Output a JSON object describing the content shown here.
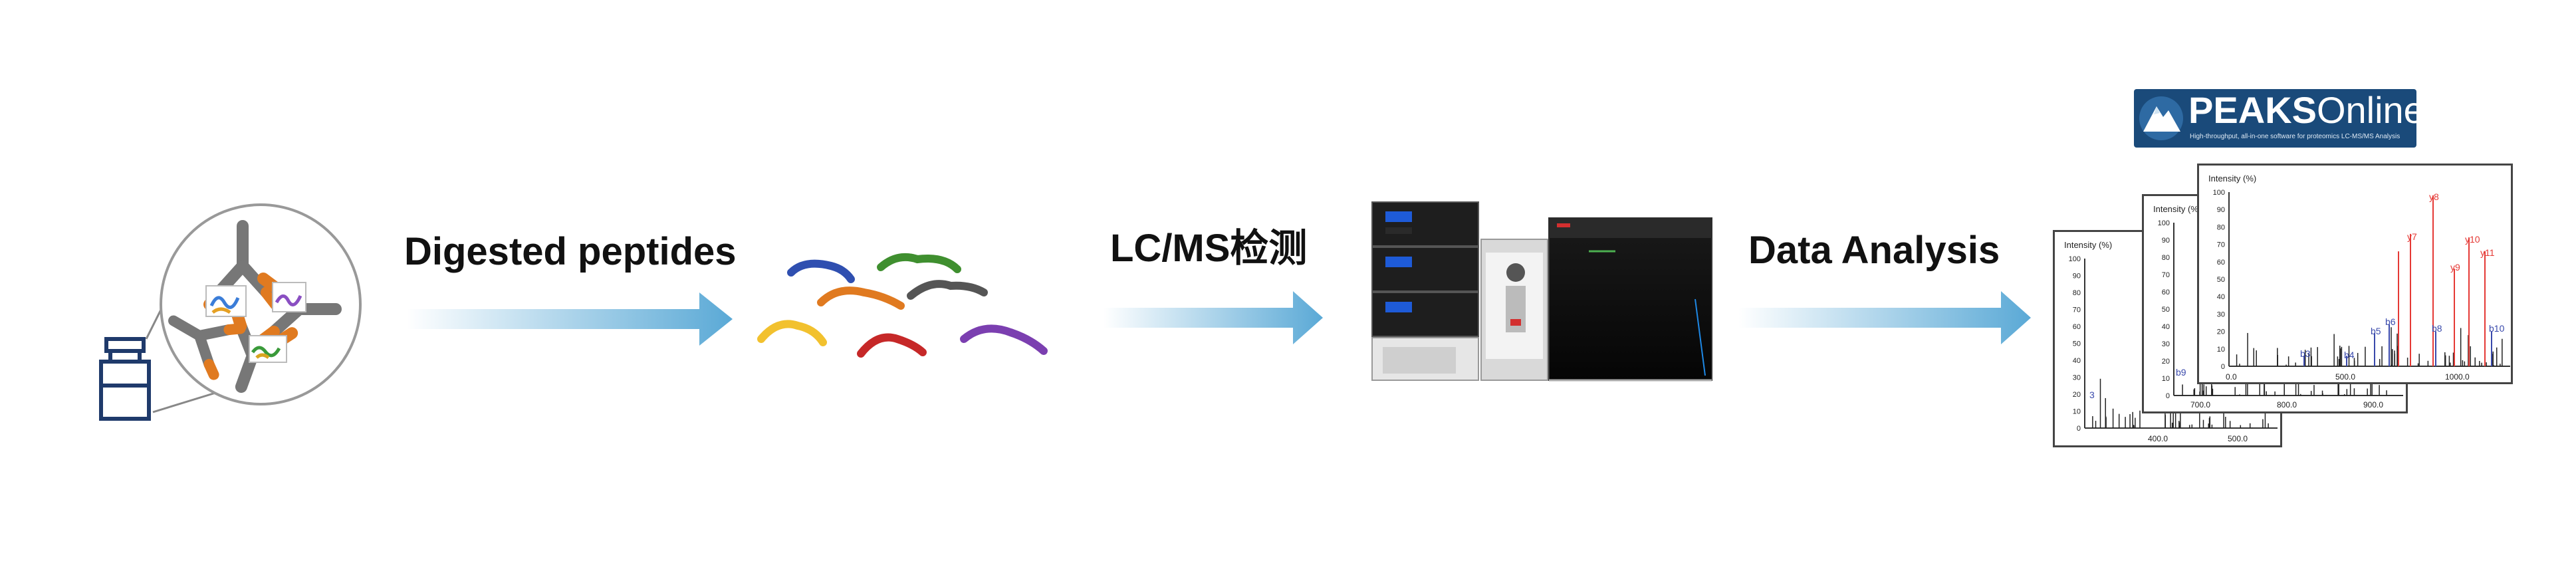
{
  "steps": {
    "digest_label": "Digested peptides",
    "lcms_label": "LC/MS检测",
    "analysis_label": "Data Analysis"
  },
  "logo": {
    "brand_bold": "PEAKS",
    "brand_light": "Online",
    "tagline": "High-throughput, all-in-one software for proteomics LC-MS/MS Analysis"
  },
  "spectra": {
    "axis_label": "Intensity (%)",
    "y_ticks": [
      "0",
      "10",
      "20",
      "30",
      "40",
      "50",
      "60",
      "70",
      "80",
      "90",
      "100"
    ],
    "front": {
      "x_ticks": [
        "0.0",
        "500.0",
        "1000.0"
      ],
      "peak_labels": [
        "y8",
        "y7",
        "y10",
        "y11",
        "y9",
        "b6",
        "b5",
        "b8",
        "b4",
        "b3",
        "b10"
      ]
    },
    "middle": {
      "x_ticks": [
        "700.0",
        "800.0",
        "900.0"
      ],
      "peak_labels": [
        "b9"
      ]
    },
    "back": {
      "x_ticks": [
        "400.0",
        "500.0"
      ],
      "peak_labels": [
        "3"
      ]
    }
  },
  "colors": {
    "arrow": "#5aa9d6",
    "navy": "#1f3a6b",
    "logo_bg": "#1a4a7a",
    "y_ion": "#e53935",
    "b_ion": "#3949ab",
    "peptide_blue": "#2f4fb0",
    "peptide_green": "#3f8f2f",
    "peptide_orange": "#e07a20",
    "peptide_gray": "#555555",
    "peptide_yellow": "#f2c12e",
    "peptide_red": "#c62828",
    "peptide_purple": "#7b3fb0"
  }
}
